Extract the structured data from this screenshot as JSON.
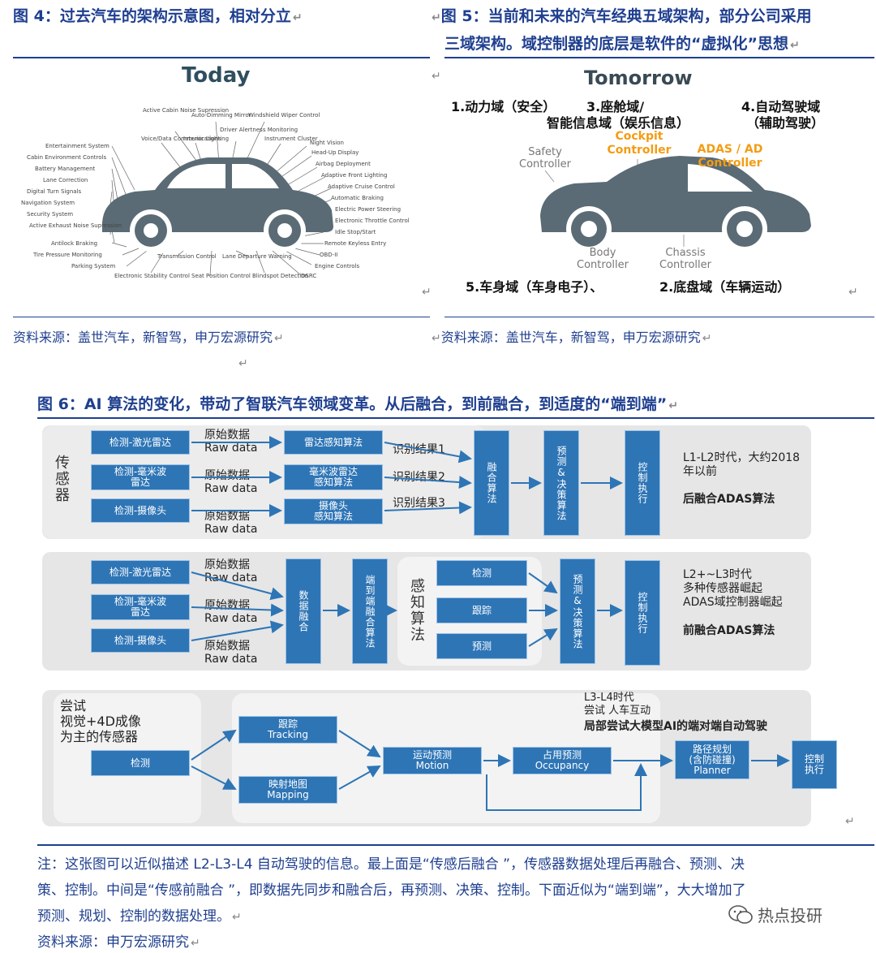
{
  "fig4": {
    "title": "图 4：过去汽车的架构示意图，相对分立",
    "panel_title": "Today",
    "labels": [
      "Active Cabin\nNoise\nSupression",
      "Auto-Dimming\nMirror",
      "Windshield\nWiper Control",
      "Voice/Data\nCommunications",
      "Interior\nLighting",
      "Driver\nAlertness\nMonitoring",
      "Instrument\nCluster",
      "Entertainment System",
      "Cabin Environment Controls",
      "Battery Management",
      "Lane Correction",
      "Digital Turn Signals",
      "Navigation System",
      "Security System",
      "Active Exhaust\nNoise Supression",
      "Antilock Braking",
      "Tire Pressure Monitoring",
      "Parking System",
      "Electronic Stability\nControl",
      "Transmission\nControl",
      "Seat Position\nControl",
      "Lane Departure\nWarning",
      "Blindspot\nDetection",
      "DSRC",
      "Engine Controls",
      "OBD-II",
      "Remote Keyless Entry",
      "Idle Stop/Start",
      "Electronic Throttle Control",
      "Electric Power Steering",
      "Automatic Braking",
      "Adaptive Cruise Control",
      "Adaptive Front Lighting",
      "Airbag Deployment",
      "Head-Up Display",
      "Night Vision"
    ],
    "source": "资料来源：盖世汽车，新智驾，申万宏源研究"
  },
  "fig5": {
    "title_line1": "图 5：当前和未来的汽车经典五域架构，部分公司采用",
    "title_line2": "三域架构。域控制器的底层是软件的“虚拟化”思想",
    "panel_title": "Tomorrow",
    "domain1": "1.动力域（安全）",
    "domain3_line1": "3.座舱域/",
    "domain3_line2": "智能信息域（娱乐信息）",
    "domain4_line1": "4.自动驾驶域",
    "domain4_line2": "（辅助驾驶）",
    "domain5": "5.车身域（车身电子）、",
    "domain2": "2.底盘域（车辆运动）",
    "safety_ctrl": "Safety\nController",
    "cockpit_ctrl": "Cockpit\nController",
    "adas_ctrl": "ADAS / AD\nController",
    "body_ctrl": "Body\nController",
    "chassis_ctrl": "Chassis\nController",
    "source": "资料来源：盖世汽车，新智驾，申万宏源研究"
  },
  "fig6": {
    "title": "图 6：AI 算法的变化，带动了智联汽车领域变革。从后融合，到前融合，到适度的“端到端”",
    "row1": {
      "sensor_label": "传感器",
      "lidar": "检测-激光雷达",
      "mmwave": "检测-毫米波\n雷达",
      "camera": "检测-摄像头",
      "raw": "原始数据\nRaw data",
      "algo1": "雷达感知算法",
      "algo2": "毫米波雷达\n感知算法",
      "algo3": "摄像头\n感知算法",
      "result1": "识别结果1",
      "result2": "识别结果2",
      "result3": "识别结果3",
      "fusion": "融合算法",
      "predict": "预测&决策算法",
      "control": "控制执行",
      "era": "L1-L2时代，大约2018\n年以前",
      "era_bold": "后融合ADAS算法"
    },
    "row2": {
      "lidar": "检测-激光雷达",
      "mmwave": "检测-毫米波\n雷达",
      "camera": "检测-摄像头",
      "raw": "原始数据\nRaw data",
      "data_fusion": "数据融合",
      "e2e_fusion": "端到端融合算法",
      "perception": "感知算法",
      "detect": "检测",
      "track": "跟踪",
      "predict_box": "预测",
      "predict": "预测&决策算法",
      "control": "控制执行",
      "era": "L2+~L3时代\n多种传感器崛起\nADAS域控制器崛起",
      "era_bold": "前融合ADAS算法"
    },
    "row3": {
      "try_text": "尝试\n视觉+4D成像\n为主的传感器",
      "detect": "检测",
      "tracking": "跟踪\nTracking",
      "mapping": "映射地图\nMapping",
      "motion": "运动预测\nMotion",
      "occupancy": "占用预测\nOccupancy",
      "planner": "路径规划\n(含防碰撞)\nPlanner",
      "control": "控制\n执行",
      "era_line1": "L3-L4时代",
      "era_line2": "尝试 人车互动",
      "era_bold": "局部尝试大模型AI的端对端自动驾驶"
    }
  },
  "note": {
    "line1": "注：这张图可以近似描述 L2-L3-L4 自动驾驶的信息。最上面是“传感后融合 ”，传感器数据处理后再融合、预测、决",
    "line2": "策、控制。中间是“传感前融合 ”，即数据先同步和融合后，再预测、决策、控制。下面近似为“端到端”，大大增加了",
    "line3": "预测、规划、控制的数据处理。",
    "source": "资料来源：申万宏源研究"
  },
  "watermark": "热点投研",
  "return_mark": "↵"
}
